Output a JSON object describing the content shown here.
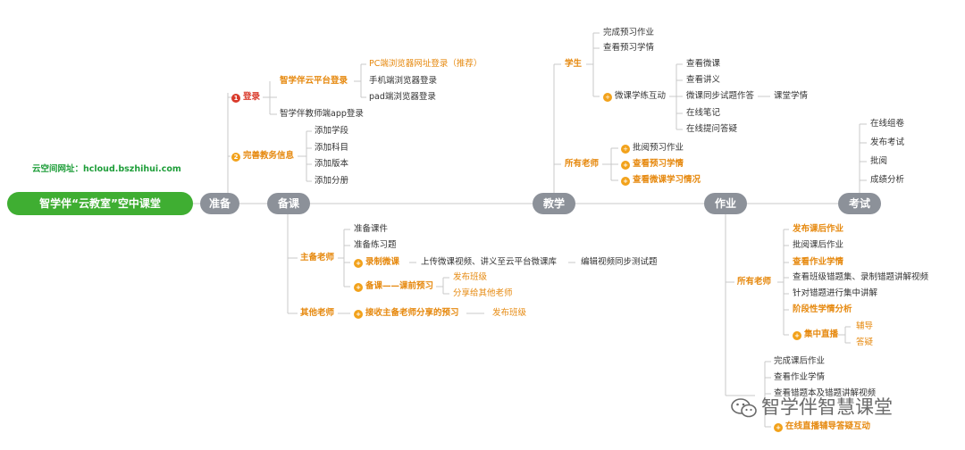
{
  "root": {
    "title": "智学伴“云教室”空中课堂"
  },
  "url_note": "云空间网址：hcloud.bszhihui.com",
  "stages": {
    "prepare": "准备",
    "lesson_prep": "备课",
    "teach": "教学",
    "homework": "作业",
    "exam": "考试"
  },
  "prepare": {
    "login_num": "1",
    "login": "登录",
    "platform_login": "智学伴云平台登录",
    "pc_login": "PC端浏览器网址登录（推荐）",
    "mobile_login": "手机端浏览器登录",
    "pad_login": "pad端浏览器登录",
    "app_login": "智学伴教师端app登录",
    "info_num": "2",
    "info": "完善教务信息",
    "info_items": [
      "添加学段",
      "添加科目",
      "添加版本",
      "添加分册"
    ]
  },
  "lesson_prep": {
    "main_teacher": "主备老师",
    "mt_items": [
      "准备课件",
      "准备练习题"
    ],
    "record": "录制微课",
    "record_step1": "上传微课视频、讲义至云平台微课库",
    "record_step2": "编辑视频同步测试题",
    "preclass": "备课——课前预习",
    "preclass_items": [
      "发布班级",
      "分享给其他老师"
    ],
    "other_teacher": "其他老师",
    "receive": "接收主备老师分享的预习",
    "publish": "发布班级"
  },
  "teach": {
    "student": "学生",
    "student_items": [
      "完成预习作业",
      "查看预习学情"
    ],
    "micro": "微课学练互动",
    "micro_items": [
      "查看微课",
      "查看讲义",
      "微课同步试题作答",
      "在线笔记",
      "在线提问答疑"
    ],
    "class_situation": "课堂学情",
    "all_teachers": "所有老师",
    "teacher_items": [
      "批阅预习作业",
      "查看预习学情",
      "查看微课学习情况"
    ]
  },
  "homework": {
    "all_teachers": "所有老师",
    "items": [
      "发布课后作业",
      "批阅课后作业",
      "查看作业学情",
      "查看班级错题集、录制错题讲解视频",
      "针对错题进行集中讲解",
      "阶段性学情分析"
    ],
    "live": "集中直播",
    "live_items": [
      "辅导",
      "答疑"
    ],
    "student_items": [
      "完成课后作业",
      "查看作业学情",
      "查看错题本及错题讲解视频",
      "在线直播辅导答疑互动"
    ]
  },
  "exam": {
    "items": [
      "在线组卷",
      "发布考试",
      "批阅",
      "成绩分析"
    ]
  },
  "watermark": "智学伴智慧课堂"
}
